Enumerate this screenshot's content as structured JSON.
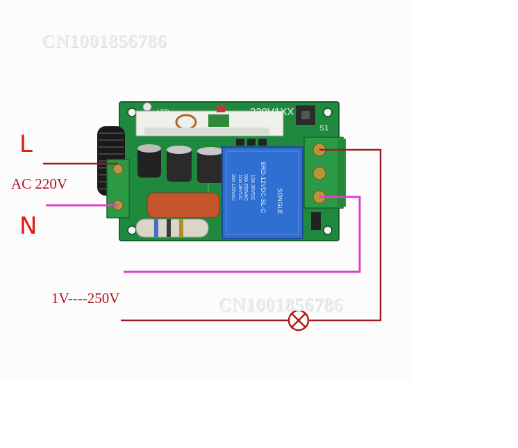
{
  "watermark_text": "CN1001856786",
  "labels": {
    "line": "L",
    "neutral": "N",
    "supply": "AC 220V",
    "load_range": "1V----250V"
  },
  "board": {
    "model_marking": "220V1XX",
    "led_marking": "LED",
    "switch_marking": "S1",
    "relay_brand": "SONGLE",
    "relay_model": "SRD-12VDC-SL-C",
    "relay_rating_1": "10A 250VAC",
    "relay_rating_2": "10A 30VDC",
    "relay_rating_3": "10A 125VAC",
    "relay_rating_4": "10A 28VDC"
  },
  "colors": {
    "line_wire": "#9e1c22",
    "neutral_wire": "#e040c8",
    "label_red": "#b0141e",
    "pcb_green": "#1f8a3e"
  },
  "icons": {
    "lamp": "lamp-symbol-icon"
  }
}
